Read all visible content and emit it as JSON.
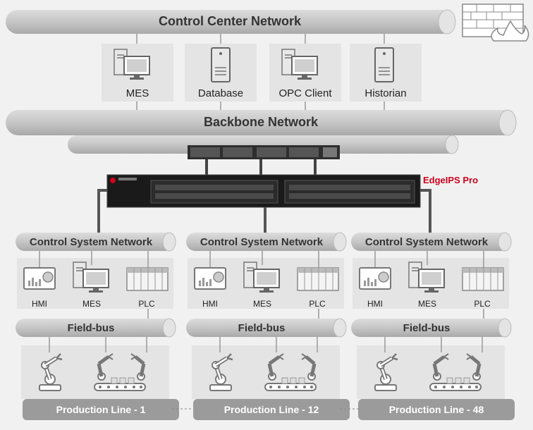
{
  "networks": {
    "control_center": "Control Center Network",
    "backbone": "Backbone Network"
  },
  "servers": [
    {
      "label": "MES",
      "icon": "workstation-icon"
    },
    {
      "label": "Database",
      "icon": "server-icon"
    },
    {
      "label": "OPC Client",
      "icon": "workstation-icon"
    },
    {
      "label": "Historian",
      "icon": "server-icon"
    }
  ],
  "edge_device": {
    "label": "EdgeIPS Pro",
    "color": "#d0021b"
  },
  "zones": [
    {
      "network": "Control System Network",
      "devices": [
        "HMI",
        "MES",
        "PLC"
      ],
      "fieldbus": "Field-bus",
      "line": "Production Line - 1"
    },
    {
      "network": "Control System Network",
      "devices": [
        "HMI",
        "MES",
        "PLC"
      ],
      "fieldbus": "Field-bus",
      "line": "Production Line - 12"
    },
    {
      "network": "Control System Network",
      "devices": [
        "HMI",
        "MES",
        "PLC"
      ],
      "fieldbus": "Field-bus",
      "line": "Production Line - 48"
    }
  ],
  "colors": {
    "pipe": "#c4c4c4",
    "pipe_end": "#e2e2e2",
    "line_bar": "#9b9b9b",
    "device_bg": "#e4e4e4",
    "accent": "#d0021b"
  }
}
